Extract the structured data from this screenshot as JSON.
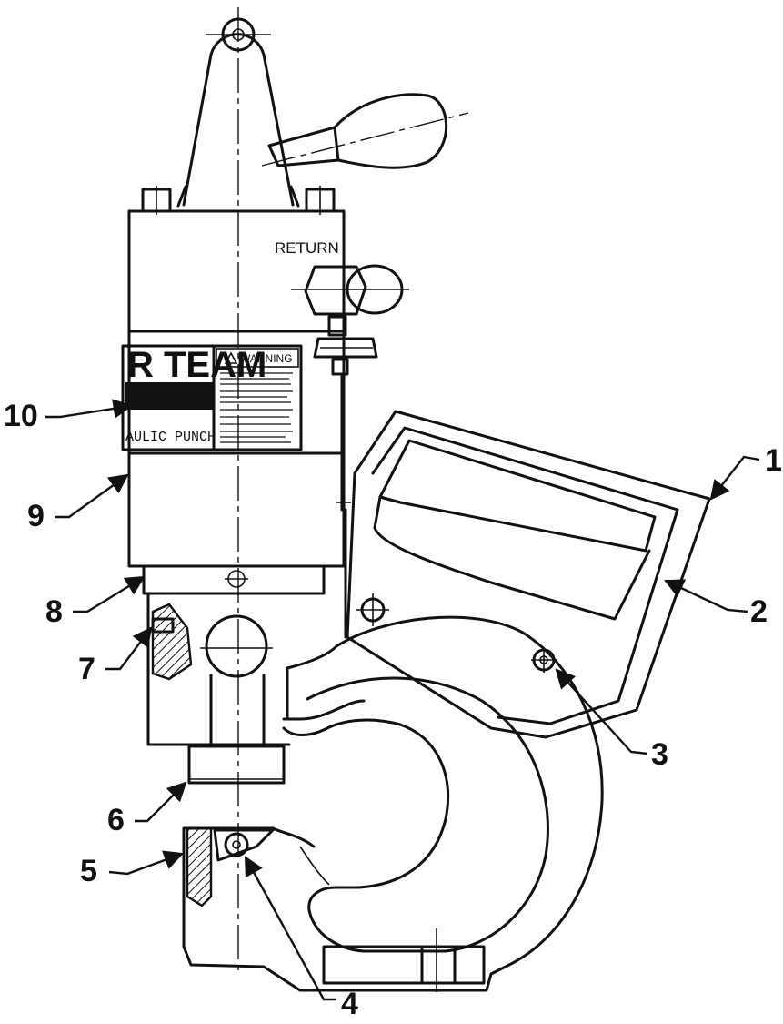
{
  "labels": {
    "return": "RETURN",
    "decal_brand": "R TEAM",
    "decal_product": "AULIC PUNCH",
    "warning_heading": "WARNING"
  },
  "callouts": [
    "1",
    "2",
    "3",
    "4",
    "5",
    "6",
    "7",
    "8",
    "9",
    "10"
  ],
  "colors": {
    "line": "#111111",
    "background": "#ffffff"
  }
}
